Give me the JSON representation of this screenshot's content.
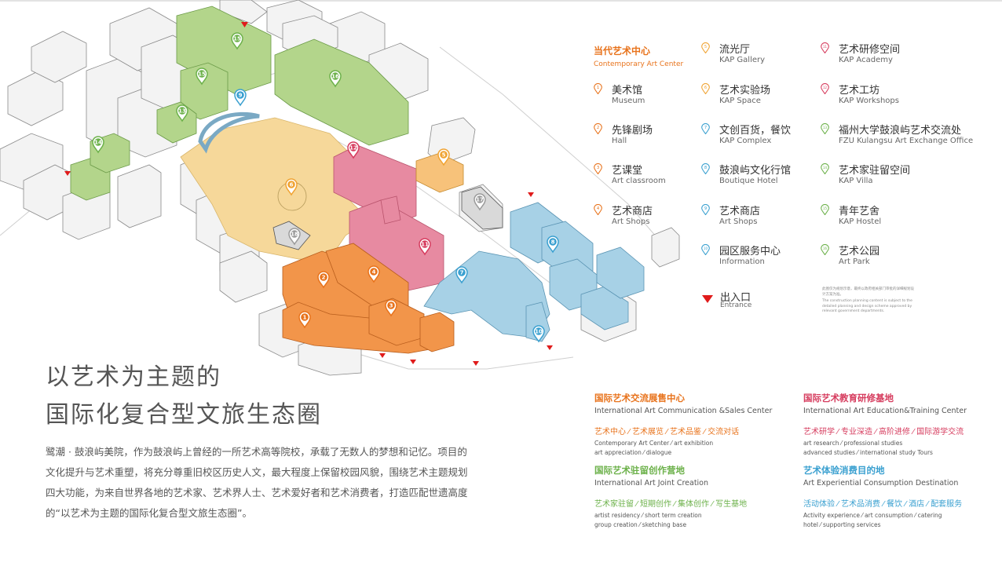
{
  "header": {
    "cn": "当代艺术中心",
    "en": "Contemporary Art Center"
  },
  "legend": [
    {
      "num": "1",
      "cn": "美术馆",
      "en": "Museum",
      "color": "#e8731c"
    },
    {
      "num": "2",
      "cn": "先锋剧场",
      "en": "Hall",
      "color": "#e8731c"
    },
    {
      "num": "3",
      "cn": "艺课堂",
      "en": "Art classroom",
      "color": "#e8731c"
    },
    {
      "num": "4",
      "cn": "艺术商店",
      "en": "Art Shops",
      "color": "#e8731c"
    },
    {
      "num": "5",
      "cn": "流光厅",
      "en": "KAP Gallery",
      "color": "#f0a332"
    },
    {
      "num": "6",
      "cn": "艺术实验场",
      "en": "KAP Space",
      "color": "#f0a332"
    },
    {
      "num": "7",
      "cn": "文创百货，餐饮",
      "en": "KAP Complex",
      "color": "#3aa0d0"
    },
    {
      "num": "8",
      "cn": "鼓浪屿文化行馆",
      "en": "Boutique Hotel",
      "color": "#3aa0d0"
    },
    {
      "num": "9",
      "cn": "艺术商店",
      "en": "Art Shops",
      "color": "#3aa0d0"
    },
    {
      "num": "10",
      "cn": "园区服务中心",
      "en": "Information",
      "color": "#3aa0d0"
    },
    {
      "num": "11",
      "cn": "艺术研修空间",
      "en": "KAP Academy",
      "color": "#d63c5e"
    },
    {
      "num": "12",
      "cn": "艺术工坊",
      "en": "KAP Workshops",
      "color": "#d63c5e"
    },
    {
      "num": "13",
      "cn": "福州大学鼓浪屿艺术交流处",
      "en": "FZU Kulangsu Art Exchange Office",
      "color": "#6cb14a"
    },
    {
      "num": "14",
      "cn": "艺术家驻留空间",
      "en": "KAP Villa",
      "color": "#6cb14a"
    },
    {
      "num": "15",
      "cn": "青年艺舍",
      "en": "KAP Hostel",
      "color": "#6cb14a"
    },
    {
      "num": "16",
      "cn": "艺术公园",
      "en": "Art Park",
      "color": "#6cb14a"
    }
  ],
  "entrance": {
    "cn": "出入口",
    "en": "Entrance",
    "color": "#e01b1b"
  },
  "note": {
    "cn": "此图仅为规划示意，最终以政府相关部门审批的详细规划设计方案为准。",
    "en": "The construction planning content is subject to the detailed planning and design scheme approved by relevant government departments."
  },
  "headline": {
    "line1": "以艺术为主题的",
    "line2": "国际化复合型文旅生态圈"
  },
  "body": "鹭潮 · 鼓浪屿美院，作为鼓浪屿上曾经的一所艺术高等院校，承载了无数人的梦想和记忆。项目的文化提升与艺术重塑，将充分尊重旧校区历史人文，最大程度上保留校园风貌，围绕艺术主题规划四大功能，为来自世界各地的艺术家、艺术界人士、艺术爱好者和艺术消费者，打造匹配世遗高度的“以艺术为主题的国际化复合型文旅生态圈”。",
  "functions": [
    {
      "title": "国际艺术交流展售中心",
      "title_en": "International Art Communication &Sales Center",
      "tags": "艺术中心 ⁄ 艺术展览 ⁄ 艺术品鉴 ⁄ 交流对话",
      "en1": "Contemporary Art Center ⁄ art exhibition",
      "en2": "art appreciation ⁄ dialogue",
      "color": "#e8731c"
    },
    {
      "title": "国际艺术教育研修基地",
      "title_en": "International Art Education&Training Center",
      "tags": "艺术研学 ⁄ 专业深造 ⁄ 高阶进修 ⁄ 国际游学交流",
      "en1": "art research ⁄ professional studies",
      "en2": "advanced studies ⁄ international study Tours",
      "color": "#d63c5e"
    },
    {
      "title": "国际艺术驻留创作营地",
      "title_en": "International Art Joint Creation",
      "tags": "艺术家驻留 ⁄ 短期创作 ⁄ 集体创作 ⁄ 写生基地",
      "en1": "artist residency ⁄ short term creation",
      "en2": "group creation ⁄ sketching base",
      "color": "#6cb14a"
    },
    {
      "title": "艺术体验消费目的地",
      "title_en": "Art Experiential Consumption Destination",
      "tags": "活动体验 ⁄ 艺术品消费 ⁄ 餐饮 ⁄ 酒店 ⁄ 配套服务",
      "en1": "Activity experience ⁄ art consumption ⁄ catering",
      "en2": "hotel ⁄ supporting services",
      "color": "#3aa0d0"
    }
  ],
  "map_pins": [
    {
      "num": "1",
      "color": "#e8731c"
    },
    {
      "num": "2",
      "color": "#e8731c"
    },
    {
      "num": "3",
      "color": "#e8731c"
    },
    {
      "num": "4",
      "color": "#e8731c"
    },
    {
      "num": "5",
      "color": "#f0a332"
    },
    {
      "num": "6",
      "color": "#f0a332"
    },
    {
      "num": "7",
      "color": "#3aa0d0"
    },
    {
      "num": "8",
      "color": "#3aa0d0"
    },
    {
      "num": "9",
      "color": "#3aa0d0"
    },
    {
      "num": "10",
      "color": "#3aa0d0"
    },
    {
      "num": "11",
      "color": "#d63c5e"
    },
    {
      "num": "12",
      "color": "#d63c5e"
    },
    {
      "num": "13",
      "color": "#6cb14a"
    },
    {
      "num": "14",
      "color": "#6cb14a"
    },
    {
      "num": "15",
      "color": "#6cb14a"
    },
    {
      "num": "15",
      "color": "#6cb14a"
    },
    {
      "num": "16",
      "color": "#6cb14a"
    },
    {
      "num": "17",
      "color": "#9a9a9a"
    },
    {
      "num": "18",
      "color": "#9a9a9a"
    }
  ]
}
